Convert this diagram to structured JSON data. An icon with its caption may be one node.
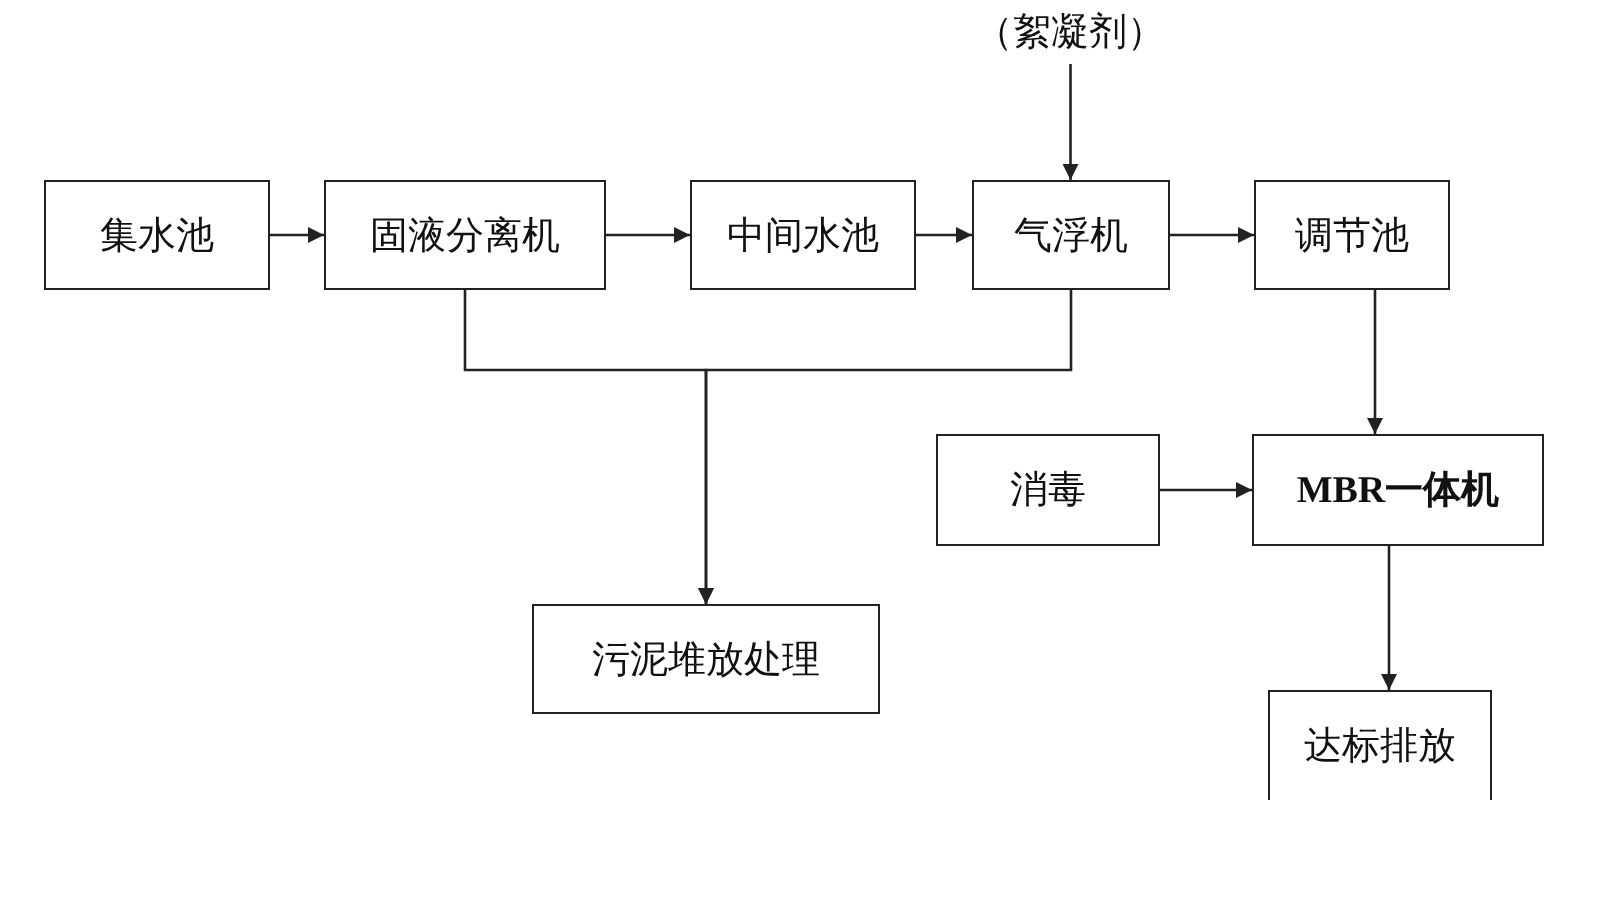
{
  "diagram": {
    "nodes": [
      {
        "text": [
          "（絮凝剂）"
        ]
      },
      {
        "text": [
          "集水池"
        ]
      },
      {
        "text": [
          "固液分离机"
        ]
      },
      {
        "text": [
          "中间水池"
        ]
      },
      {
        "text": [
          "气浮机"
        ]
      },
      {
        "text": [
          "调节池"
        ]
      },
      {
        "text": [
          "消毒"
        ]
      },
      {
        "text": [
          "MBR一体机"
        ]
      },
      {
        "text": [
          "污泥堆放处理"
        ]
      },
      {
        "text": [
          "达标排放"
        ]
      }
    ],
    "edges": [
      {
        "from": 0,
        "to": 4,
        "arrow": "to"
      },
      {
        "from": 1,
        "to": 2,
        "arrow": "to"
      },
      {
        "from": 2,
        "to": 3,
        "arrow": "to"
      },
      {
        "from": 3,
        "to": 4,
        "arrow": "to"
      },
      {
        "from": 4,
        "to": 5,
        "arrow": "to"
      },
      {
        "from": 2,
        "to": 8,
        "arrow": "to"
      },
      {
        "from": 4,
        "to": 8,
        "arrow": "to"
      },
      {
        "from": 5,
        "to": 7,
        "arrow": "to"
      },
      {
        "from": 6,
        "to": 7,
        "arrow": "to"
      },
      {
        "from": 7,
        "to": 9,
        "arrow": "to"
      }
    ]
  }
}
